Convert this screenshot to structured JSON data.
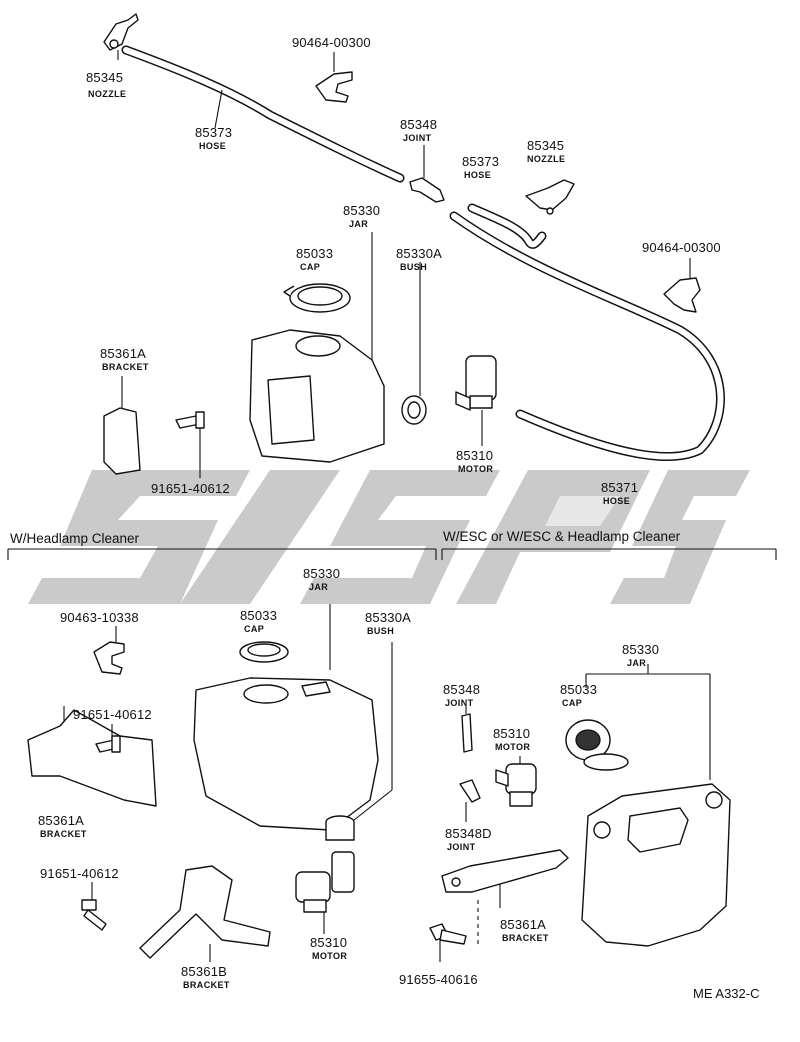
{
  "sections": {
    "headlamp_cleaner": "W/Headlamp Cleaner",
    "esc": "W/ESC or W/ESC & Headlamp Cleaner"
  },
  "diagram_code": "ME A332-C",
  "top": {
    "nozzle_left": {
      "number": "85345",
      "label": "NOZZLE"
    },
    "clip_top": {
      "number": "90464-00300"
    },
    "hose_left": {
      "number": "85373",
      "label": "HOSE"
    },
    "joint": {
      "number": "85348",
      "label": "JOINT"
    },
    "hose_right": {
      "number": "85373",
      "label": "HOSE"
    },
    "nozzle_right": {
      "number": "85345",
      "label": "NOZZLE"
    },
    "jar": {
      "number": "85330",
      "label": "JAR"
    },
    "cap": {
      "number": "85033",
      "label": "CAP"
    },
    "bush": {
      "number": "85330A",
      "label": "BUSH"
    },
    "clip_right": {
      "number": "90464-00300"
    },
    "bracket": {
      "number": "85361A",
      "label": "BRACKET"
    },
    "motor": {
      "number": "85310",
      "label": "MOTOR"
    },
    "hose_long": {
      "number": "85371",
      "label": "HOSE"
    },
    "bolt": {
      "number": "91651-40612"
    }
  },
  "left": {
    "jar": {
      "number": "85330",
      "label": "JAR"
    },
    "clip": {
      "number": "90463-10338"
    },
    "cap": {
      "number": "85033",
      "label": "CAP"
    },
    "bush": {
      "number": "85330A",
      "label": "BUSH"
    },
    "bolt_a": {
      "number": "91651-40612"
    },
    "bracket_a": {
      "number": "85361A",
      "label": "BRACKET"
    },
    "bolt_b": {
      "number": "91651-40612"
    },
    "bracket_b": {
      "number": "85361B",
      "label": "BRACKET"
    },
    "motor": {
      "number": "85310",
      "label": "MOTOR"
    }
  },
  "right": {
    "jar": {
      "number": "85330",
      "label": "JAR"
    },
    "joint": {
      "number": "85348",
      "label": "JOINT"
    },
    "cap": {
      "number": "85033",
      "label": "CAP"
    },
    "motor": {
      "number": "85310",
      "label": "MOTOR"
    },
    "joint_d": {
      "number": "85348D",
      "label": "JOINT"
    },
    "bracket": {
      "number": "85361A",
      "label": "BRACKET"
    },
    "bolt": {
      "number": "91655-40616"
    }
  }
}
